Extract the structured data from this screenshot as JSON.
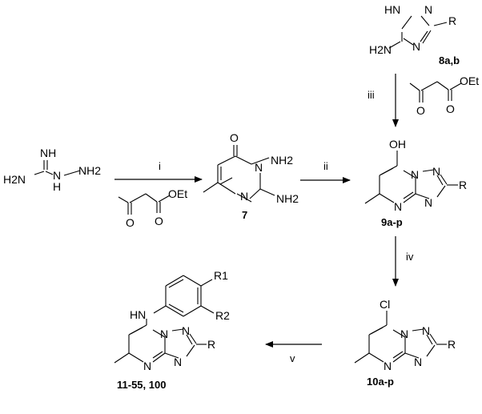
{
  "compounds": {
    "aminoguanidine": {
      "nh": "NH",
      "h2n": "H2N",
      "nh_mid": "N",
      "h_mid": "H",
      "nh2": "NH2"
    },
    "ethyl_acetoacetate": {
      "o": "O",
      "oet": "OEt"
    },
    "c7": {
      "o": "O",
      "nh2_n": "NH2",
      "nh2_c": "NH2",
      "n": "N",
      "label": "7"
    },
    "c8": {
      "hn": "HN",
      "n1": "N",
      "n2": "N",
      "h2n": "H2N",
      "r": "R",
      "label": "8a,b"
    },
    "c9": {
      "oh": "OH",
      "n1": "N",
      "n2": "N",
      "n3": "N",
      "r": "R",
      "label": "9a-p"
    },
    "c10": {
      "cl": "Cl",
      "n1": "N",
      "n2": "N",
      "n3": "N",
      "r": "R",
      "label": "10a-p"
    },
    "c11": {
      "hn": "HN",
      "r1": "R1",
      "r2": "R2",
      "n1": "N",
      "n2": "N",
      "n3": "N",
      "r": "R",
      "label": "11-55, 100"
    }
  },
  "steps": {
    "i": "i",
    "ii": "ii",
    "iii": "iii",
    "iv": "iv",
    "v": "v"
  }
}
